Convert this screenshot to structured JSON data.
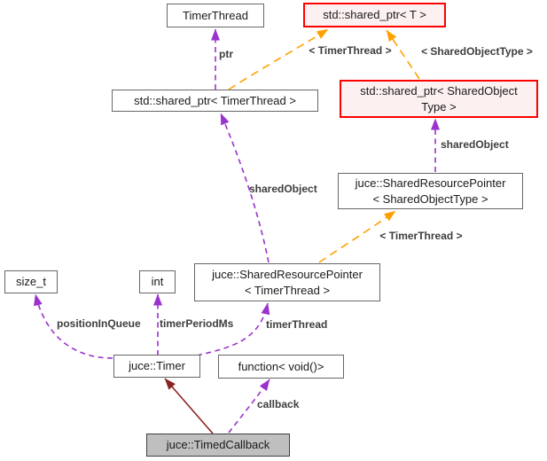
{
  "colors": {
    "purple": "#9a32cd",
    "orange": "#ffa000",
    "darkred": "#8b2323",
    "red-border": "#ff0000",
    "pink-fill": "#fdf0f0",
    "node-border": "#666666",
    "node-fill": "#ffffff",
    "current-fill": "#bfbfbf",
    "current-border": "#404040",
    "label-color": "#3d3d3d",
    "text-color": "#1a1a1a"
  },
  "nodes": {
    "timerthread": {
      "label": "TimerThread"
    },
    "shared_ptr_t": {
      "label": "std::shared_ptr< T >"
    },
    "shared_ptr_timerthread": {
      "label": "std::shared_ptr< TimerThread >"
    },
    "shared_ptr_sharedobjecttype": {
      "line1": "std::shared_ptr< SharedObject",
      "line2": "Type >"
    },
    "srp_sharedobjecttype": {
      "line1": "juce::SharedResourcePointer",
      "line2": "< SharedObjectType >"
    },
    "srp_timerthread": {
      "line1": "juce::SharedResourcePointer",
      "line2": "< TimerThread >"
    },
    "size_t": {
      "label": "size_t"
    },
    "int": {
      "label": "int"
    },
    "juce_timer": {
      "label": "juce::Timer"
    },
    "function_void": {
      "label": "function< void()>"
    },
    "timedcallback": {
      "label": "juce::TimedCallback"
    }
  },
  "edge_labels": {
    "ptr": "ptr",
    "tmpl_timerthread_top": "< TimerThread >",
    "tmpl_sharedobjecttype": "< SharedObjectType >",
    "sharedobject_right": "sharedObject",
    "sharedobject_left": "sharedObject",
    "tmpl_timerthread_mid": "< TimerThread >",
    "positioninqueue": "positionInQueue",
    "timerperiodms": "timerPeriodMs",
    "timerthread_member": "timerThread",
    "callback": "callback"
  }
}
